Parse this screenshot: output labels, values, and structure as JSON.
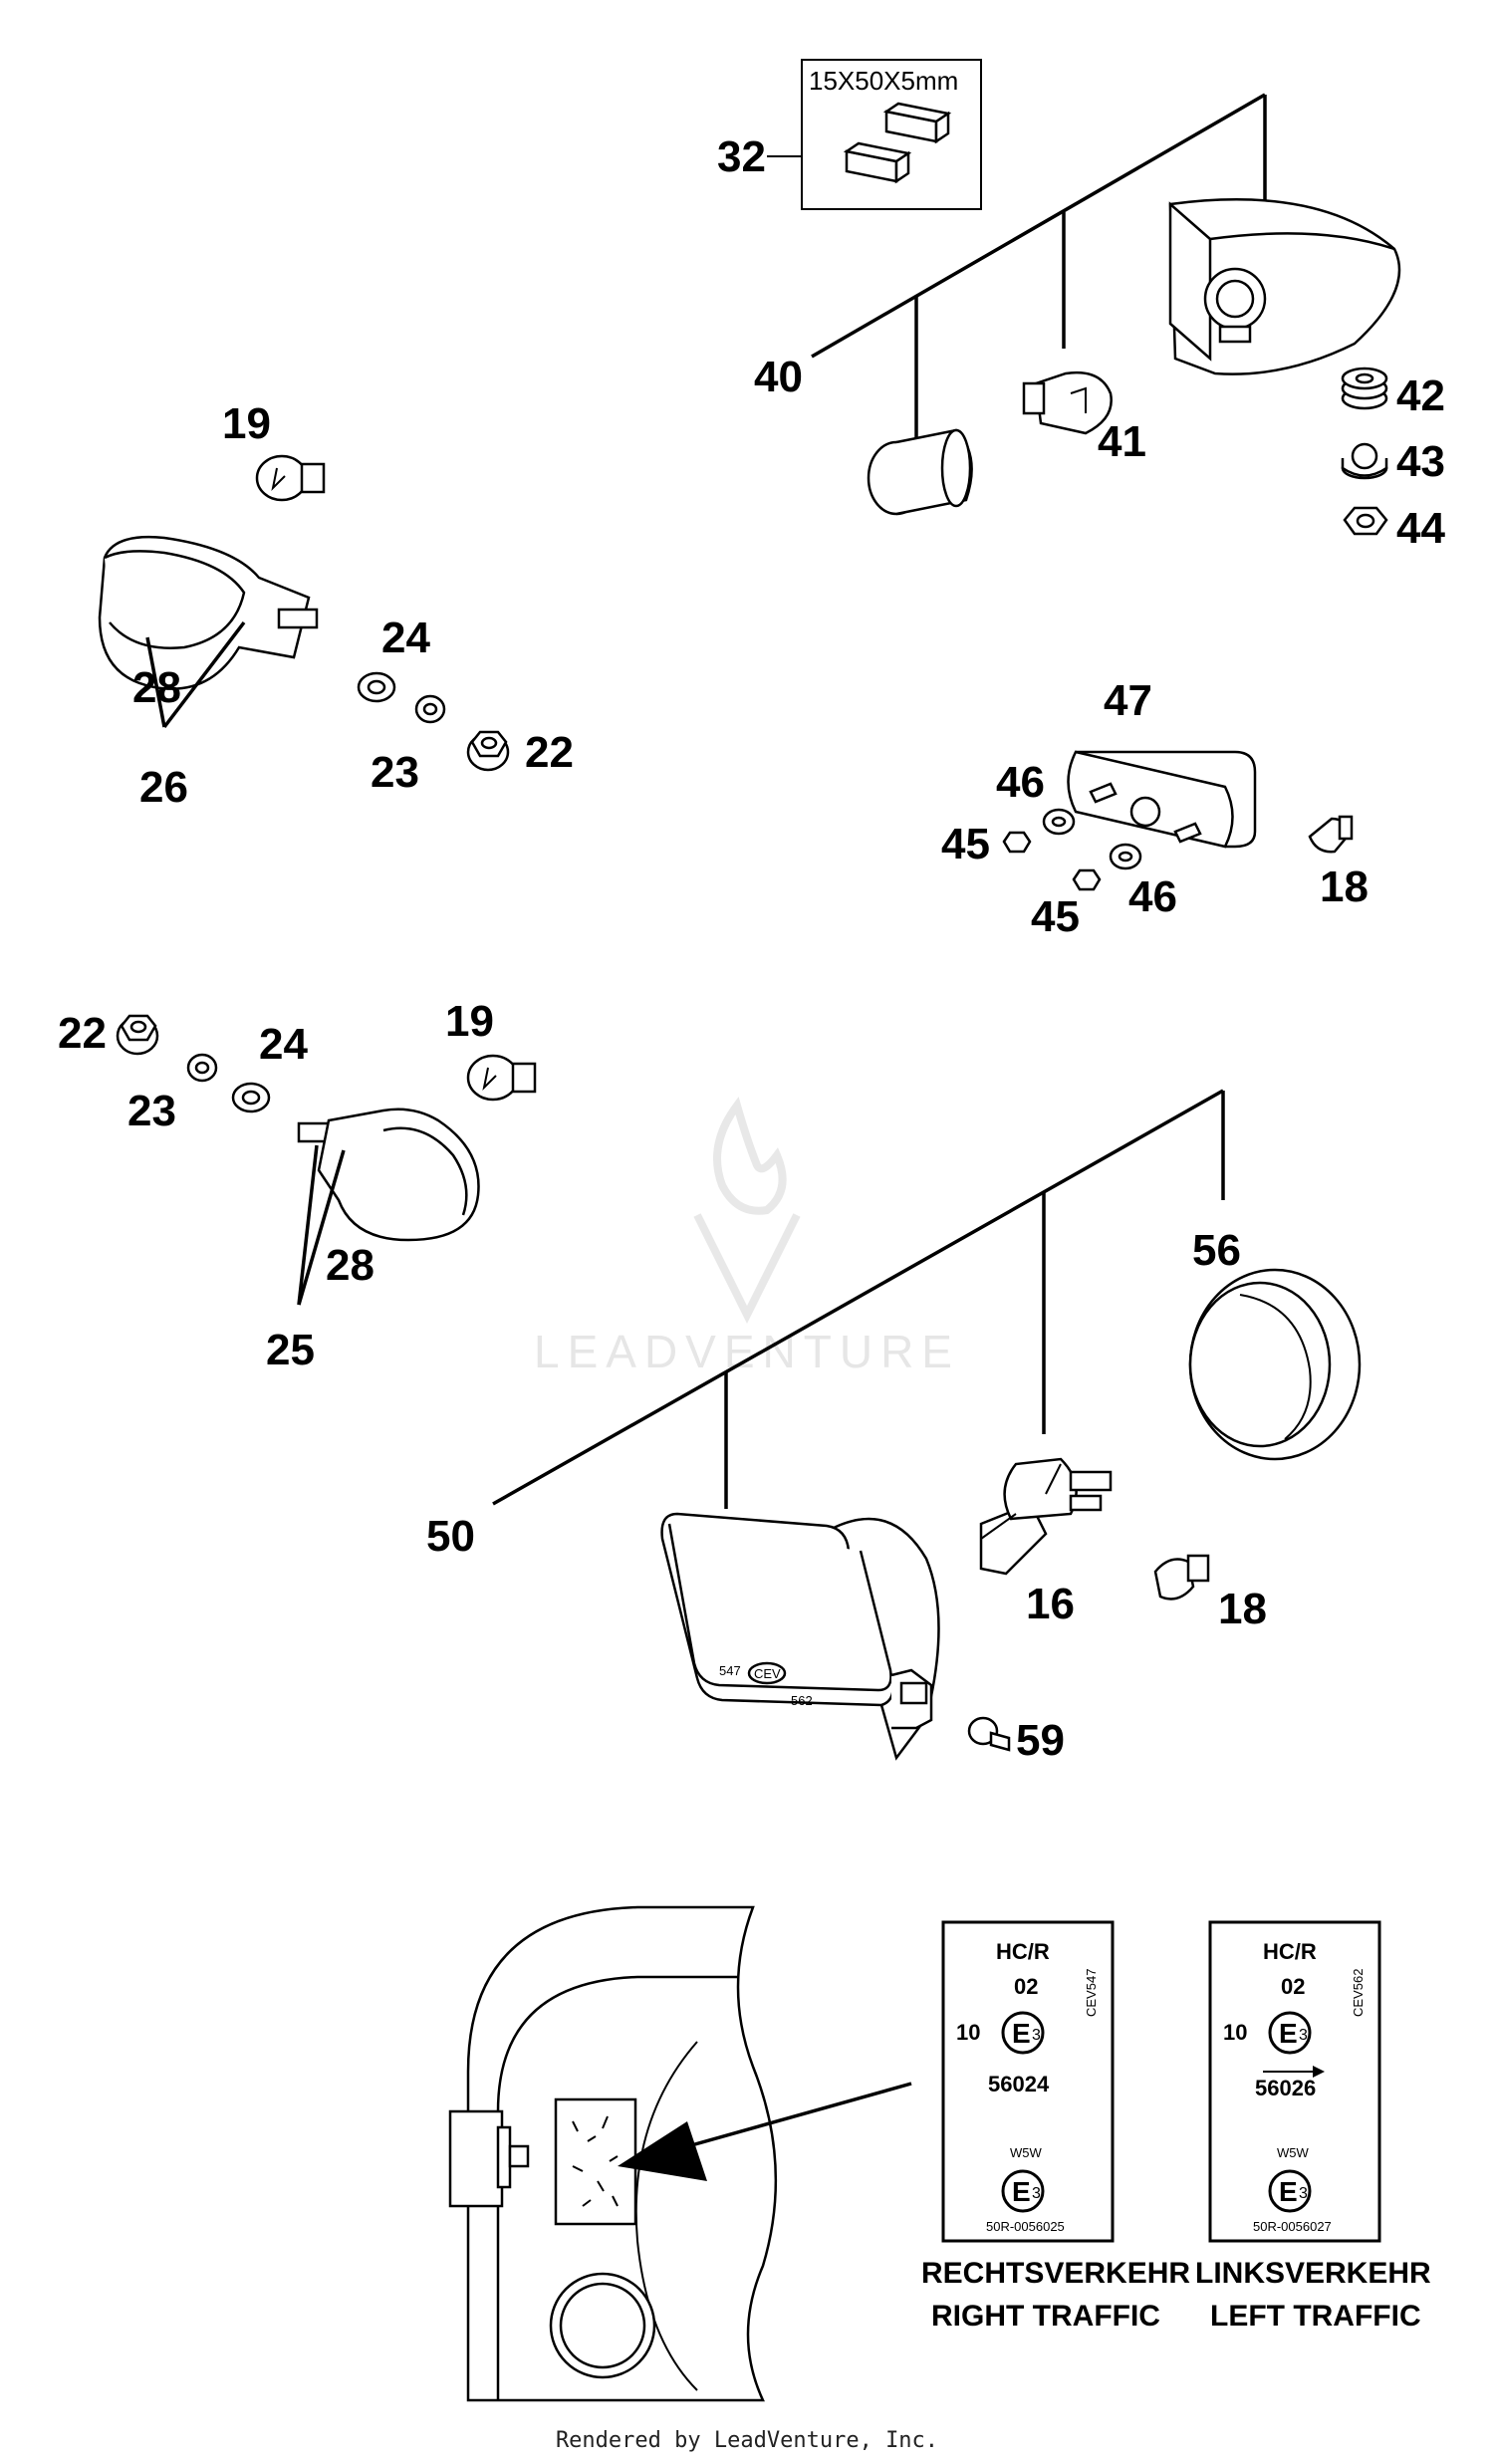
{
  "callouts": {
    "c32": "32",
    "c40": "40",
    "c41": "41",
    "c42": "42",
    "c43": "43",
    "c44": "44",
    "c19a": "19",
    "c24a": "24",
    "c28a": "28",
    "c26": "26",
    "c23a": "23",
    "c22a": "22",
    "c47": "47",
    "c46a": "46",
    "c45a": "45",
    "c45b": "45",
    "c46b": "46",
    "c18a": "18",
    "c22b": "22",
    "c23b": "23",
    "c24b": "24",
    "c19b": "19",
    "c28b": "28",
    "c25": "25",
    "c56": "56",
    "c50": "50",
    "c16": "16",
    "c18b": "18",
    "c59": "59"
  },
  "dimension_label": "15X50X5mm",
  "headlamp_marks": {
    "left": "547",
    "center": "CEV",
    "right": "562"
  },
  "labels": {
    "right": {
      "hcr": "HC/R",
      "code": "02",
      "ten": "10",
      "e": "E",
      "e_num": "3",
      "number": "56024",
      "cev": "CEV547",
      "w5w": "W5W",
      "e2": "E",
      "e2_num": "3",
      "approval": "50R-0056025",
      "caption_de": "RECHTSVERKEHR",
      "caption_en": "RIGHT TRAFFIC"
    },
    "left": {
      "hcr": "HC/R",
      "code": "02",
      "ten": "10",
      "e": "E",
      "e_num": "3",
      "number": "56026",
      "cev": "CEV562",
      "w5w": "W5W",
      "e2": "E",
      "e2_num": "3",
      "approval": "50R-0056027",
      "caption_de": "LINKSVERKEHR",
      "caption_en": "LEFT TRAFFIC"
    }
  },
  "watermark": "LEADVENTURE",
  "footer": "Rendered by LeadVenture, Inc."
}
